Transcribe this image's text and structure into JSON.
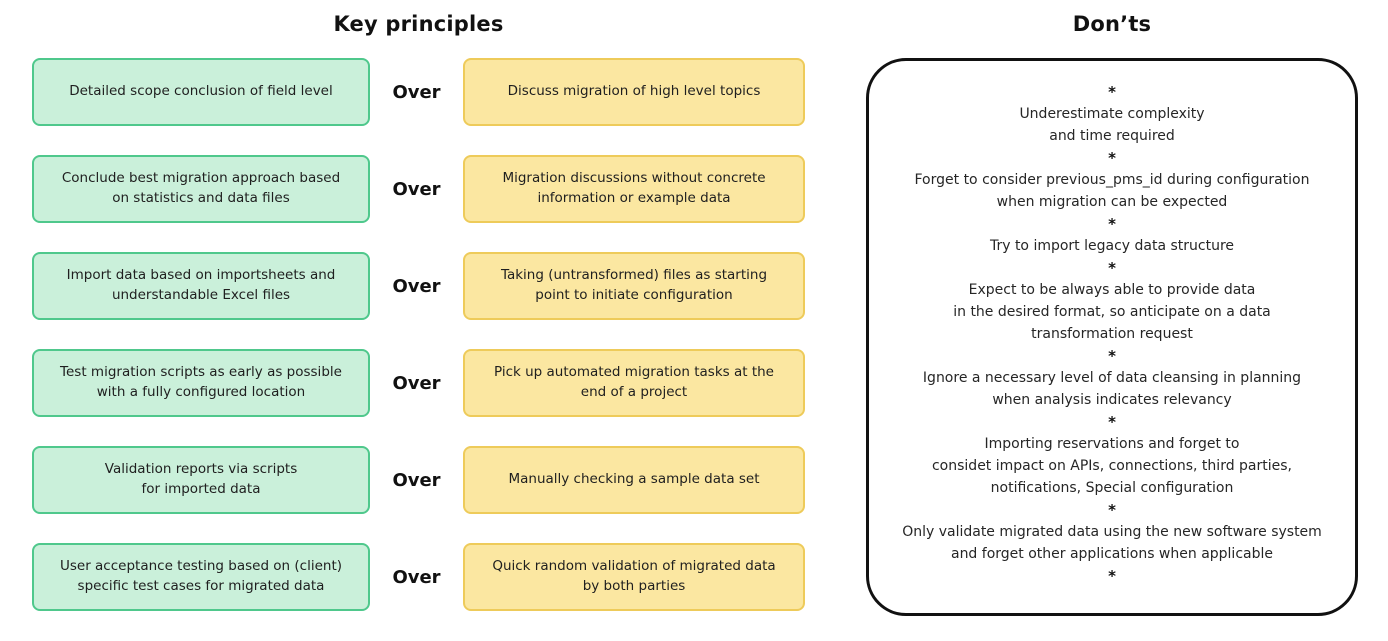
{
  "colors": {
    "green_fill": "#caf0da",
    "green_border": "#4fc88c",
    "yellow_fill": "#fbe7a1",
    "yellow_border": "#eecb5a",
    "outline": "#111111",
    "background": "#ffffff"
  },
  "left_panel": {
    "title": "Key principles",
    "over_label": "Over",
    "rows": [
      {
        "do": "Detailed scope conclusion of field level",
        "dont": "Discuss migration of high level topics"
      },
      {
        "do": "Conclude best migration approach based\non statistics and data files",
        "dont": "Migration discussions without concrete\ninformation or example data"
      },
      {
        "do": "Import data based on importsheets and\nunderstandable Excel files",
        "dont": "Taking (untransformed) files as starting\npoint to initiate configuration"
      },
      {
        "do": "Test migration scripts as early as possible\nwith a fully configured location",
        "dont": "Pick up automated migration tasks at the\nend of a project"
      },
      {
        "do": "Validation reports via scripts\nfor imported data",
        "dont": "Manually checking a sample data set"
      },
      {
        "do": "User acceptance testing based on (client)\nspecific test cases for migrated data",
        "dont": "Quick random validation of migrated data\nby both parties"
      }
    ]
  },
  "right_panel": {
    "title": "Don’ts",
    "separator": "*",
    "items": [
      "Underestimate complexity\nand time required",
      "Forget to consider previous_pms_id during configuration\nwhen migration can be expected",
      "Try to import legacy data structure",
      "Expect to be always able to provide data\nin the desired format, so anticipate on a data\ntransformation request",
      "Ignore a necessary level of data cleansing in planning\nwhen analysis indicates relevancy",
      "Importing reservations and forget to\nconsidet impact on APIs, connections, third parties,\nnotifications, Special configuration",
      "Only validate migrated data using the new software system\nand forget other applications when applicable"
    ]
  }
}
